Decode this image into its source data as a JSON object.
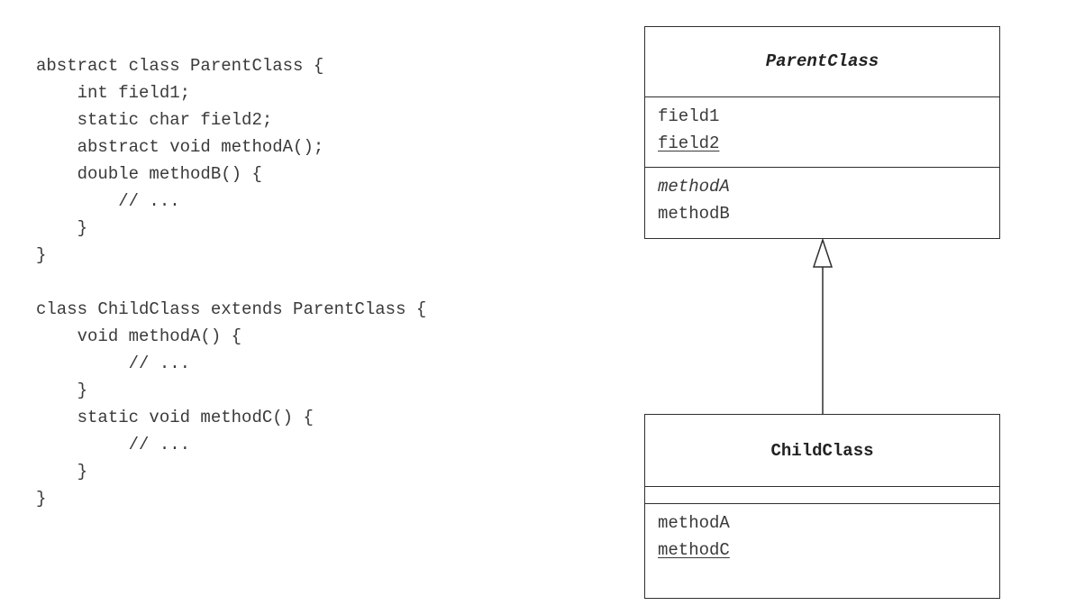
{
  "code": {
    "parent_class": [
      "abstract class ParentClass {",
      "    int field1;",
      "    static char field2;",
      "    abstract void methodA();",
      "    double methodB() {",
      "        // ...",
      "    }",
      "}"
    ],
    "child_class": [
      "class ChildClass extends ParentClass {",
      "    void methodA() {",
      "         // ...",
      "    }",
      "    static void methodC() {",
      "         // ...",
      "    }",
      "}"
    ]
  },
  "uml": {
    "parent": {
      "name": "ParentClass",
      "name_style": "bold-italic",
      "attributes": [
        {
          "text": "field1",
          "static": false
        },
        {
          "text": "field2",
          "static": true
        }
      ],
      "operations": [
        {
          "text": "methodA",
          "abstract": true
        },
        {
          "text": "methodB",
          "abstract": false
        }
      ]
    },
    "child": {
      "name": "ChildClass",
      "name_style": "bold",
      "attributes": [],
      "operations": [
        {
          "text": "methodA",
          "static": false
        },
        {
          "text": "methodC",
          "static": true
        }
      ]
    },
    "relationship": "generalization"
  }
}
